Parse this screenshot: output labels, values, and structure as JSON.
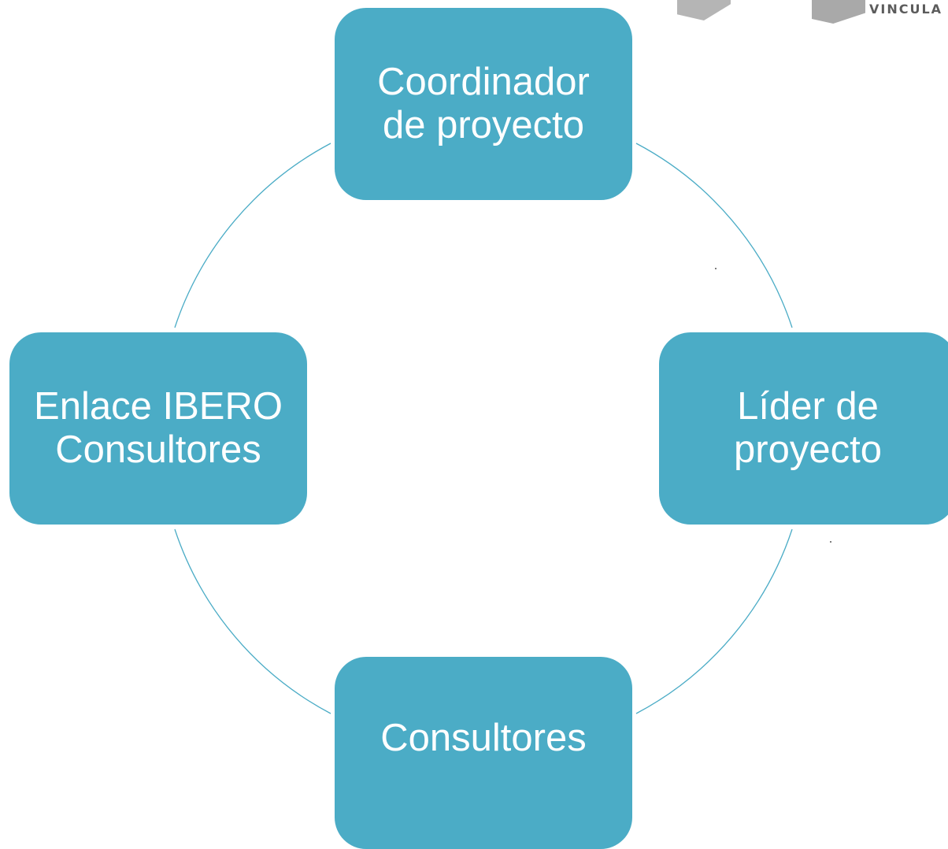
{
  "diagram": {
    "nodes": [
      {
        "id": "top",
        "label": "Coordinador\nde proyecto"
      },
      {
        "id": "right",
        "label": "Líder de\nproyecto"
      },
      {
        "id": "bottom",
        "label": "Consultores"
      },
      {
        "id": "left",
        "label": "Enlace IBERO\nConsultores"
      }
    ],
    "edges": [
      {
        "from": "top",
        "to": "right"
      },
      {
        "from": "right",
        "to": "bottom"
      },
      {
        "from": "bottom",
        "to": "left"
      },
      {
        "from": "left",
        "to": "top"
      }
    ],
    "layout": "cycle"
  },
  "logo": {
    "text": "VINCULA"
  },
  "colors": {
    "node_fill": "#4BACC6",
    "node_text": "#FFFFFF",
    "connector": "#4BACC6",
    "background": "#FFFFFF"
  }
}
